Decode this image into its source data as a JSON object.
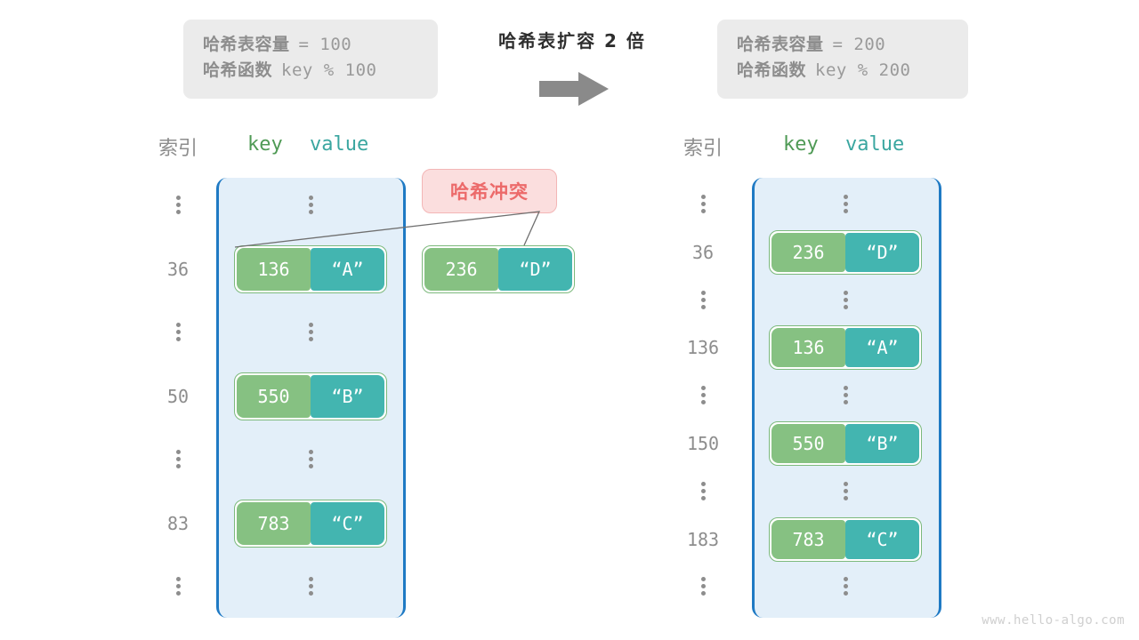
{
  "diagram": {
    "transform_title": "哈希表扩容 2 倍",
    "arrow_icon": "right-arrow-icon",
    "watermark": "www.hello-algo.com",
    "collision_badge": "哈希冲突"
  },
  "colors": {
    "bucket_fill": "#e3eff9",
    "bucket_border": "#1f7ac4",
    "key_cell": "#86c182",
    "value_cell": "#43b5b0",
    "pair_border": "#7cb97c",
    "badge_fill": "#fbdede",
    "badge_text": "#ec6a6a",
    "info_box_fill": "#ebebeb",
    "muted_text": "#8d8d8d",
    "arrow": "#8a8a8a",
    "header_key": "#4f9a55",
    "header_value": "#3aa6a0"
  },
  "info_left": {
    "capacity_label": "哈希表容量",
    "capacity_expr": "= 100",
    "function_label": "哈希函数",
    "function_expr": "key % 100"
  },
  "info_right": {
    "capacity_label": "哈希表容量",
    "capacity_expr": "= 200",
    "function_label": "哈希函数",
    "function_expr": "key % 200"
  },
  "table_left": {
    "header_index": "索引",
    "header_key": "key",
    "header_value": "value",
    "rows": [
      {
        "index": "⋮",
        "type": "ellipsis"
      },
      {
        "index": "36",
        "type": "pair",
        "key": "136",
        "value": "“A”"
      },
      {
        "index": "⋮",
        "type": "ellipsis"
      },
      {
        "index": "50",
        "type": "pair",
        "key": "550",
        "value": "“B”"
      },
      {
        "index": "⋮",
        "type": "ellipsis"
      },
      {
        "index": "83",
        "type": "pair",
        "key": "783",
        "value": "“C”"
      },
      {
        "index": "⋮",
        "type": "ellipsis"
      }
    ]
  },
  "table_right": {
    "header_index": "索引",
    "header_key": "key",
    "header_value": "value",
    "rows": [
      {
        "index": "⋮",
        "type": "ellipsis"
      },
      {
        "index": "36",
        "type": "pair",
        "key": "236",
        "value": "“D”"
      },
      {
        "index": "⋮",
        "type": "ellipsis"
      },
      {
        "index": "136",
        "type": "pair",
        "key": "136",
        "value": "“A”"
      },
      {
        "index": "⋮",
        "type": "ellipsis"
      },
      {
        "index": "150",
        "type": "pair",
        "key": "550",
        "value": "“B”"
      },
      {
        "index": "⋮",
        "type": "ellipsis"
      },
      {
        "index": "183",
        "type": "pair",
        "key": "783",
        "value": "“C”"
      },
      {
        "index": "⋮",
        "type": "ellipsis"
      }
    ]
  },
  "colliding_pair": {
    "key": "236",
    "value": "“D”"
  }
}
